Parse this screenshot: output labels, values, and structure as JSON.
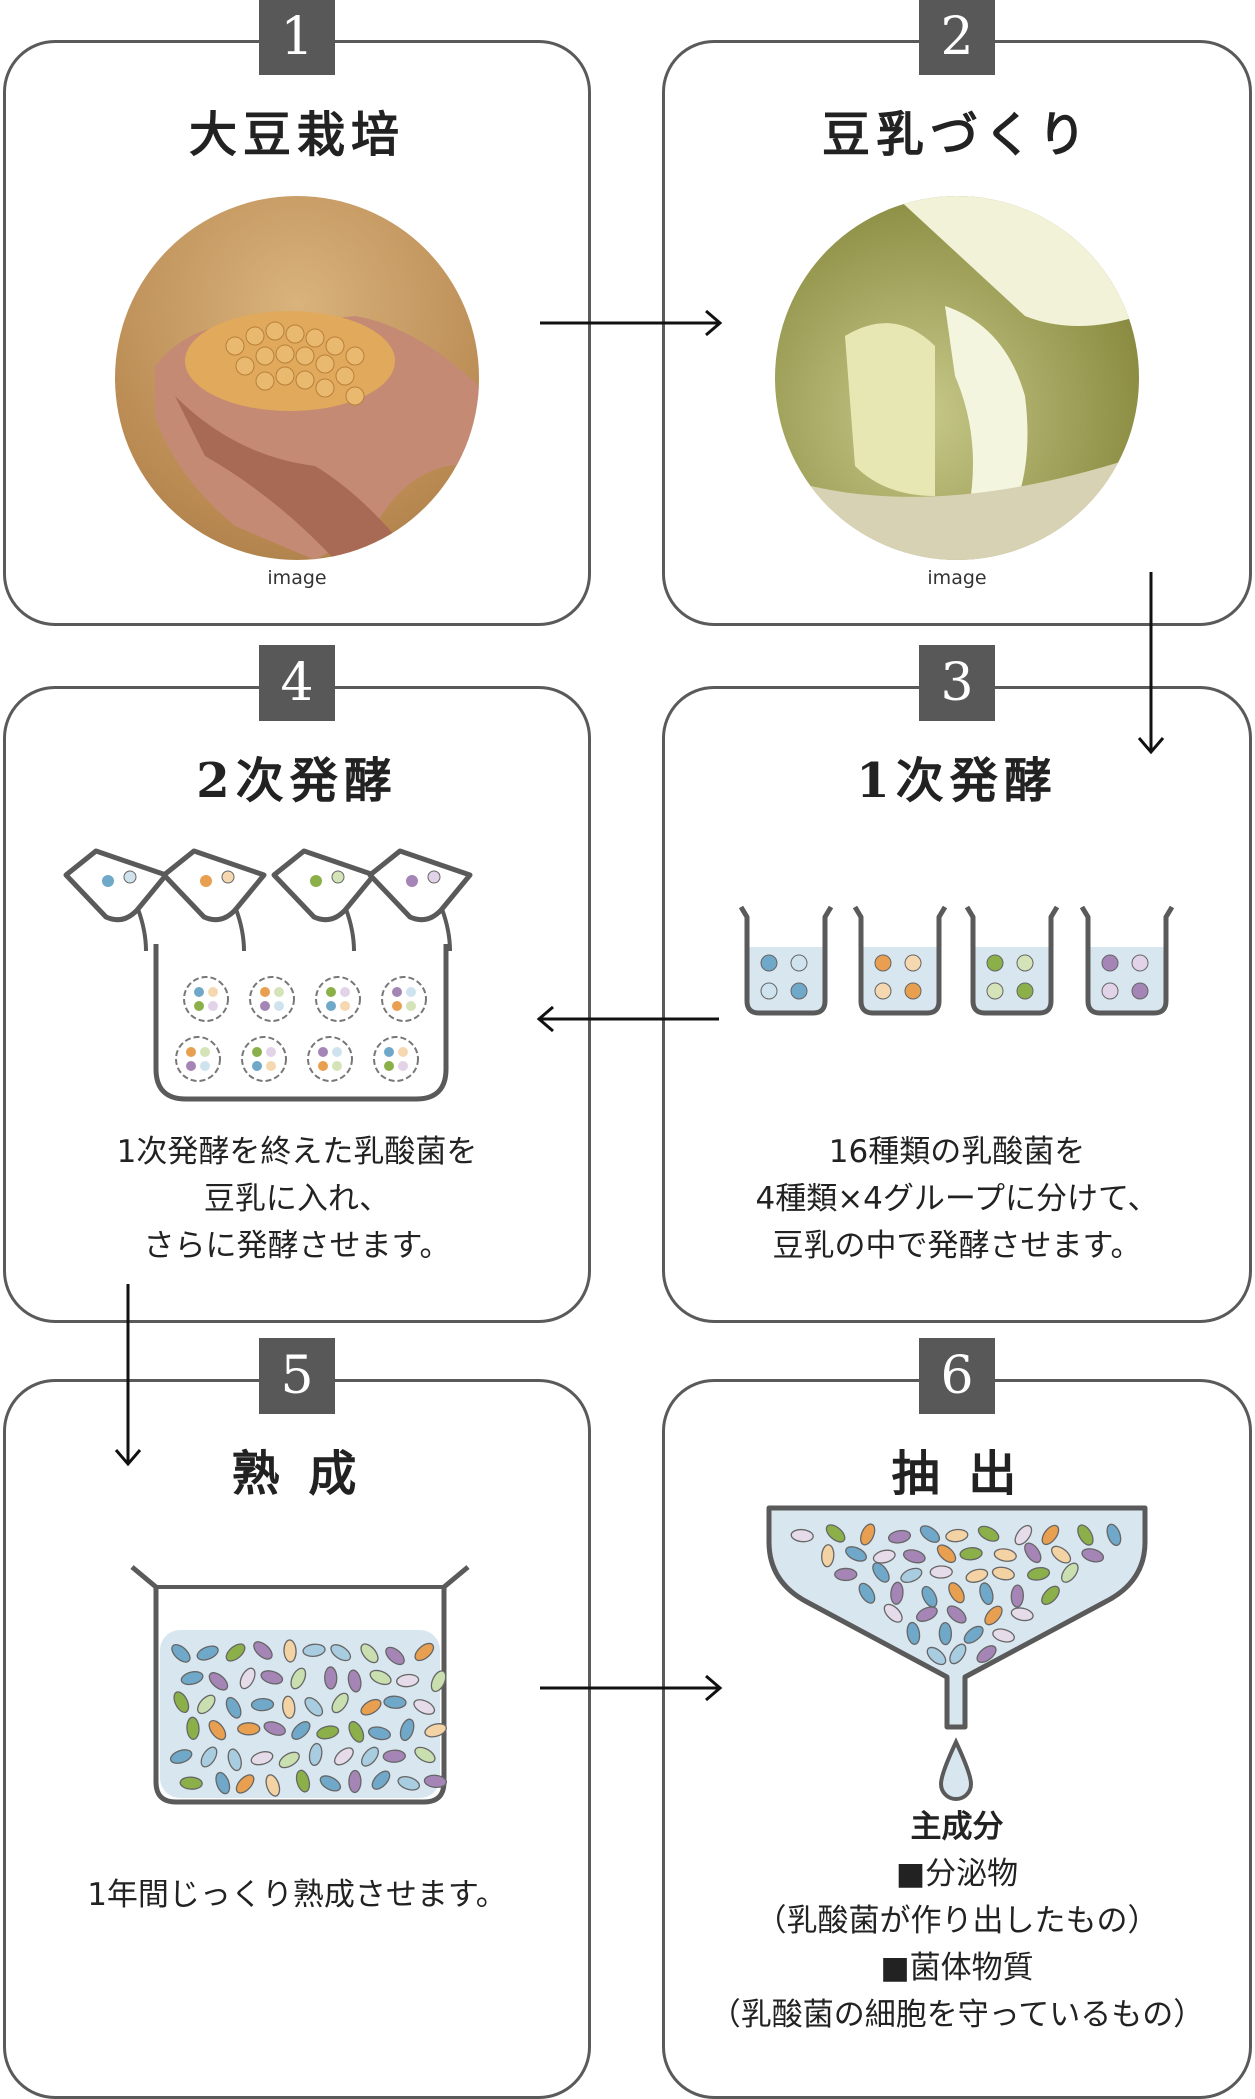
{
  "steps": [
    {
      "number": "1",
      "title": "大豆栽培",
      "caption": "image"
    },
    {
      "number": "2",
      "title": "豆乳づくり",
      "caption": "image"
    },
    {
      "number": "3",
      "title": "1次発酵",
      "lines": [
        "16種類の乳酸菌を",
        "4種類×4グループに分けて、",
        "豆乳の中で発酵させます。"
      ]
    },
    {
      "number": "4",
      "title": "2次発酵",
      "lines": [
        "1次発酵を終えた乳酸菌を",
        "豆乳に入れ、",
        "さらに発酵させます。"
      ]
    },
    {
      "number": "5",
      "title": "熟 成",
      "lines": [
        "1年間じっくり熟成させます。"
      ]
    },
    {
      "number": "6",
      "title": "抽 出",
      "heading": "主成分",
      "lines": [
        "■分泌物",
        "（乳酸菌が作り出したもの）",
        "■菌体物質",
        "（乳酸菌の細胞を守っているもの）"
      ]
    }
  ],
  "colors": {
    "border": "#5a5a5a",
    "liquid": "#d8e6ef",
    "groups": [
      [
        "#6fa8c8",
        "#cfe3ef"
      ],
      [
        "#e8a050",
        "#f5d8b0"
      ],
      [
        "#8bb04a",
        "#d5e3b8"
      ],
      [
        "#a585b5",
        "#e3d3e8"
      ]
    ],
    "leaves": [
      "#6fa8c8",
      "#e8a050",
      "#8bb04a",
      "#a585b5",
      "#f3d2a4",
      "#c9dfb0",
      "#e6dbe8",
      "#a9cde0"
    ]
  }
}
